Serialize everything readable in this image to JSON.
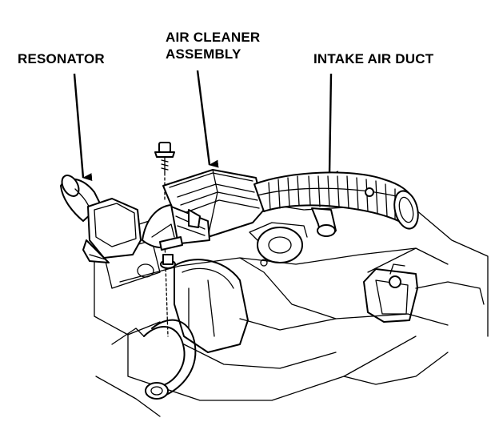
{
  "labels": {
    "resonator": "RESONATOR",
    "air_cleaner_line1": "AIR CLEANER",
    "air_cleaner_line2": "ASSEMBLY",
    "intake_air_duct": "INTAKE AIR DUCT"
  },
  "colors": {
    "ink": "#000000",
    "paper": "#ffffff"
  }
}
